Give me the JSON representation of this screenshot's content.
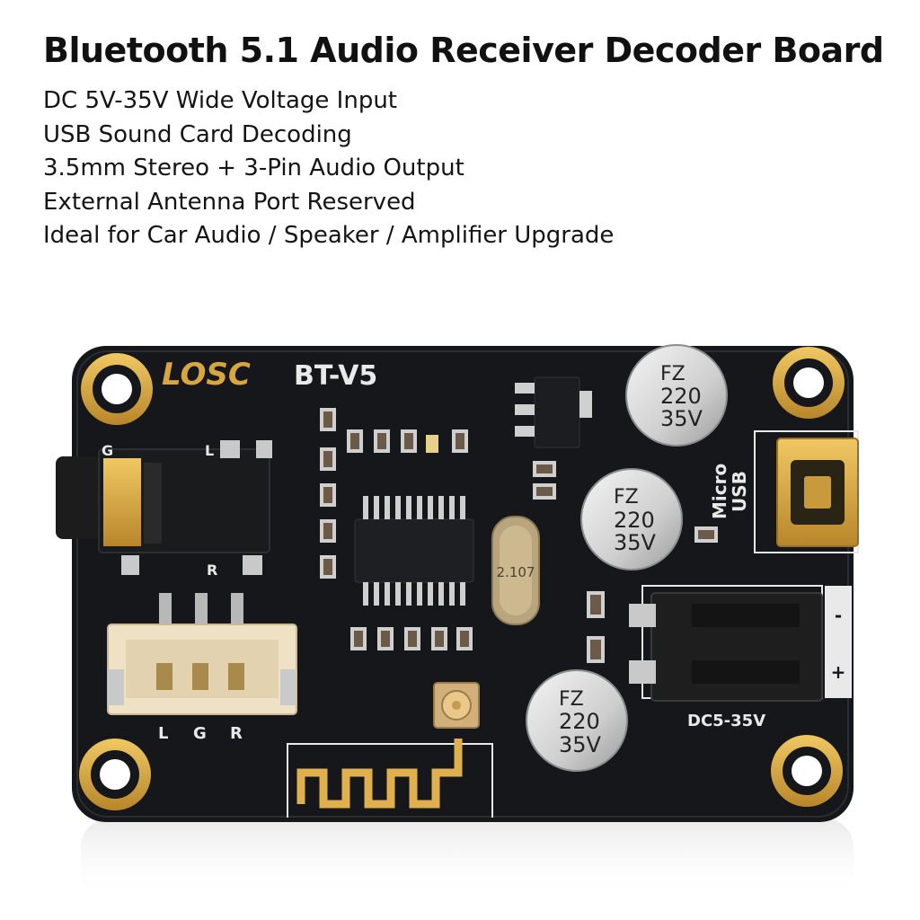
{
  "header": {
    "title": "Bluetooth 5.1 Audio Receiver Decoder Board"
  },
  "features": [
    "DC 5V-35V Wide Voltage Input",
    "USB Sound Card Decoding",
    "3.5mm Stereo + 3-Pin Audio Output",
    "External Antenna Port Reserved",
    "Ideal for Car Audio / Speaker / Amplifier Upgrade"
  ],
  "board": {
    "brand": "LOSC",
    "model": "BT-V5",
    "jack_labels": {
      "g": "G",
      "l": "L",
      "r": "R"
    },
    "header_labels": {
      "l": "L",
      "g": "G",
      "r": "R"
    },
    "usb_label_1": "Micro",
    "usb_label_2": "USB",
    "power_label": "DC5-35V",
    "polarity_minus": "-",
    "polarity_plus": "+",
    "crystal_label": "2.107",
    "capacitor": {
      "line1": "FZ",
      "line2": "220",
      "line3": "35V"
    }
  },
  "colors": {
    "pcb": "#15171a",
    "gold": "#d8a640",
    "silkscreen": "#e9e9e9",
    "connector": "#efe1c4"
  }
}
